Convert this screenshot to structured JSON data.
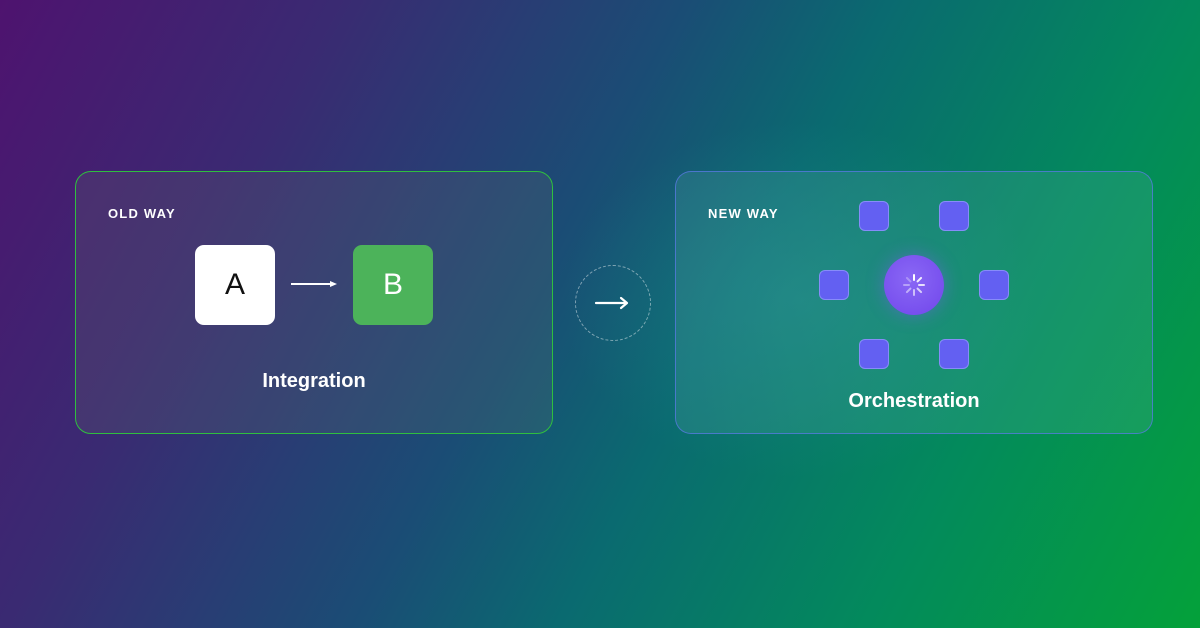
{
  "old_way": {
    "label": "OLD WAY",
    "tile_a": "A",
    "tile_b": "B",
    "caption": "Integration"
  },
  "new_way": {
    "label": "NEW WAY",
    "caption": "Orchestration",
    "node_count": 6,
    "hub_icon": "loading-spinner-icon"
  },
  "transition_icon": "arrow-right-icon",
  "colors": {
    "old_border": "#2fbf3f",
    "new_border": "#5a78e6",
    "tile_b": "#4cb35a",
    "node": "#6360f2",
    "hub": "#7850ee"
  }
}
